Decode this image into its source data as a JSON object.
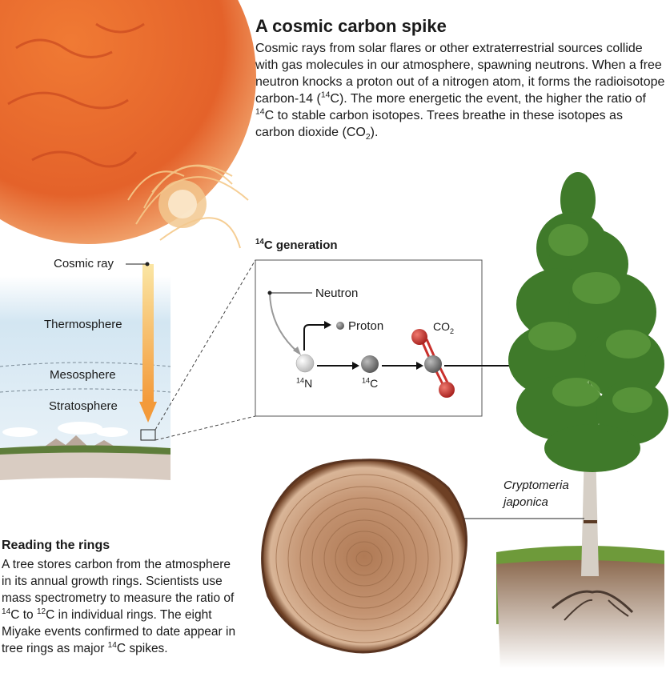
{
  "header": {
    "title": "A cosmic carbon spike",
    "intro_part1": "Cosmic rays from solar flares or other extraterrestrial sources collide with gas molecules in our atmosphere, spawning neutrons. When a free neutron knocks a proton out of a nitrogen atom, it forms the radioisotope carbon-14 (",
    "intro_part2": "C). The more energetic the event, the higher the ratio of ",
    "intro_part3": "C to stable carbon isotopes. Trees breathe in these isotopes as carbon dioxide (CO",
    "intro_part4": ").",
    "sup_14": "14",
    "sub_2": "2"
  },
  "atmosphere": {
    "cosmic_ray_label": "Cosmic ray",
    "layers": [
      "Thermosphere",
      "Mesosphere",
      "Stratosphere"
    ]
  },
  "generation": {
    "title_sup": "14",
    "title_text": "C generation",
    "neutron_label": "Neutron",
    "proton_label": "Proton",
    "nitrogen_sup": "14",
    "nitrogen_symbol": "N",
    "carbon_sup": "14",
    "carbon_symbol": "C",
    "co2_main": "CO",
    "co2_sub": "2"
  },
  "tree": {
    "species_line1": "Cryptomeria",
    "species_line2": "japonica"
  },
  "rings": {
    "title": "Reading the rings",
    "body_part1": "A tree stores carbon from the atmosphere in its annual growth rings. Scientists use mass spectrometry to measure the ratio of ",
    "body_part2": "C to ",
    "body_part3": "C in individual rings. The eight Miyake events confirmed to date appear in tree rings as major ",
    "body_part4": "C spikes.",
    "sup_14": "14",
    "sup_12": "12"
  },
  "colors": {
    "sun_core": "#e8632a",
    "sky": "#cfe3f0",
    "ray": "#f4a73c",
    "nitrogen": "#e6e6e6",
    "carbon": "#7a7a7a",
    "oxygen": "#c9302c",
    "bark": "#8a5a3b",
    "foliage": "#3f7a2a"
  }
}
